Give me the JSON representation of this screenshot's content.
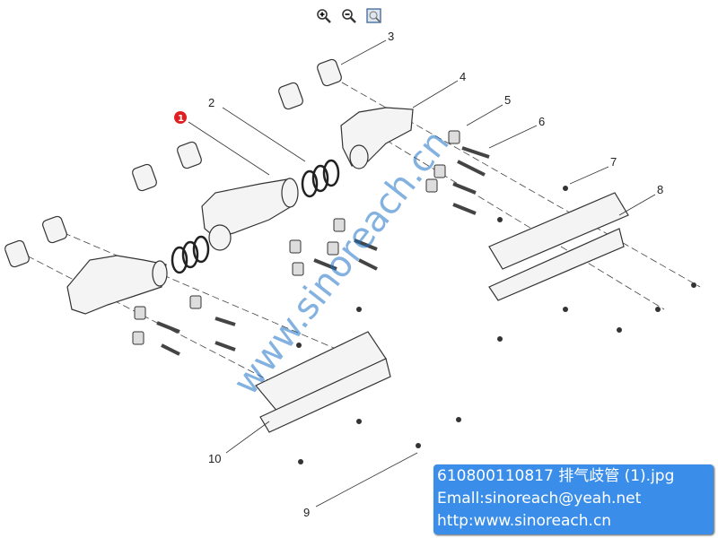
{
  "toolbar": {
    "zoom_in": "zoom-in",
    "zoom_out": "zoom-out",
    "fit": "fit-to-window"
  },
  "callouts": {
    "c1": "1",
    "c2": "2",
    "c3": "3",
    "c4": "4",
    "c5": "5",
    "c6": "6",
    "c7": "7",
    "c8": "8",
    "c9": "9",
    "c10": "10"
  },
  "highlight_color": "#e02020",
  "watermark": "www.sinoreach.cn",
  "caption": {
    "line1": "610800110817 排气歧管 (1).jpg",
    "line2": "Emall:sinoreach@yeah.net",
    "line3": "http:www.sinoreach.cn"
  }
}
